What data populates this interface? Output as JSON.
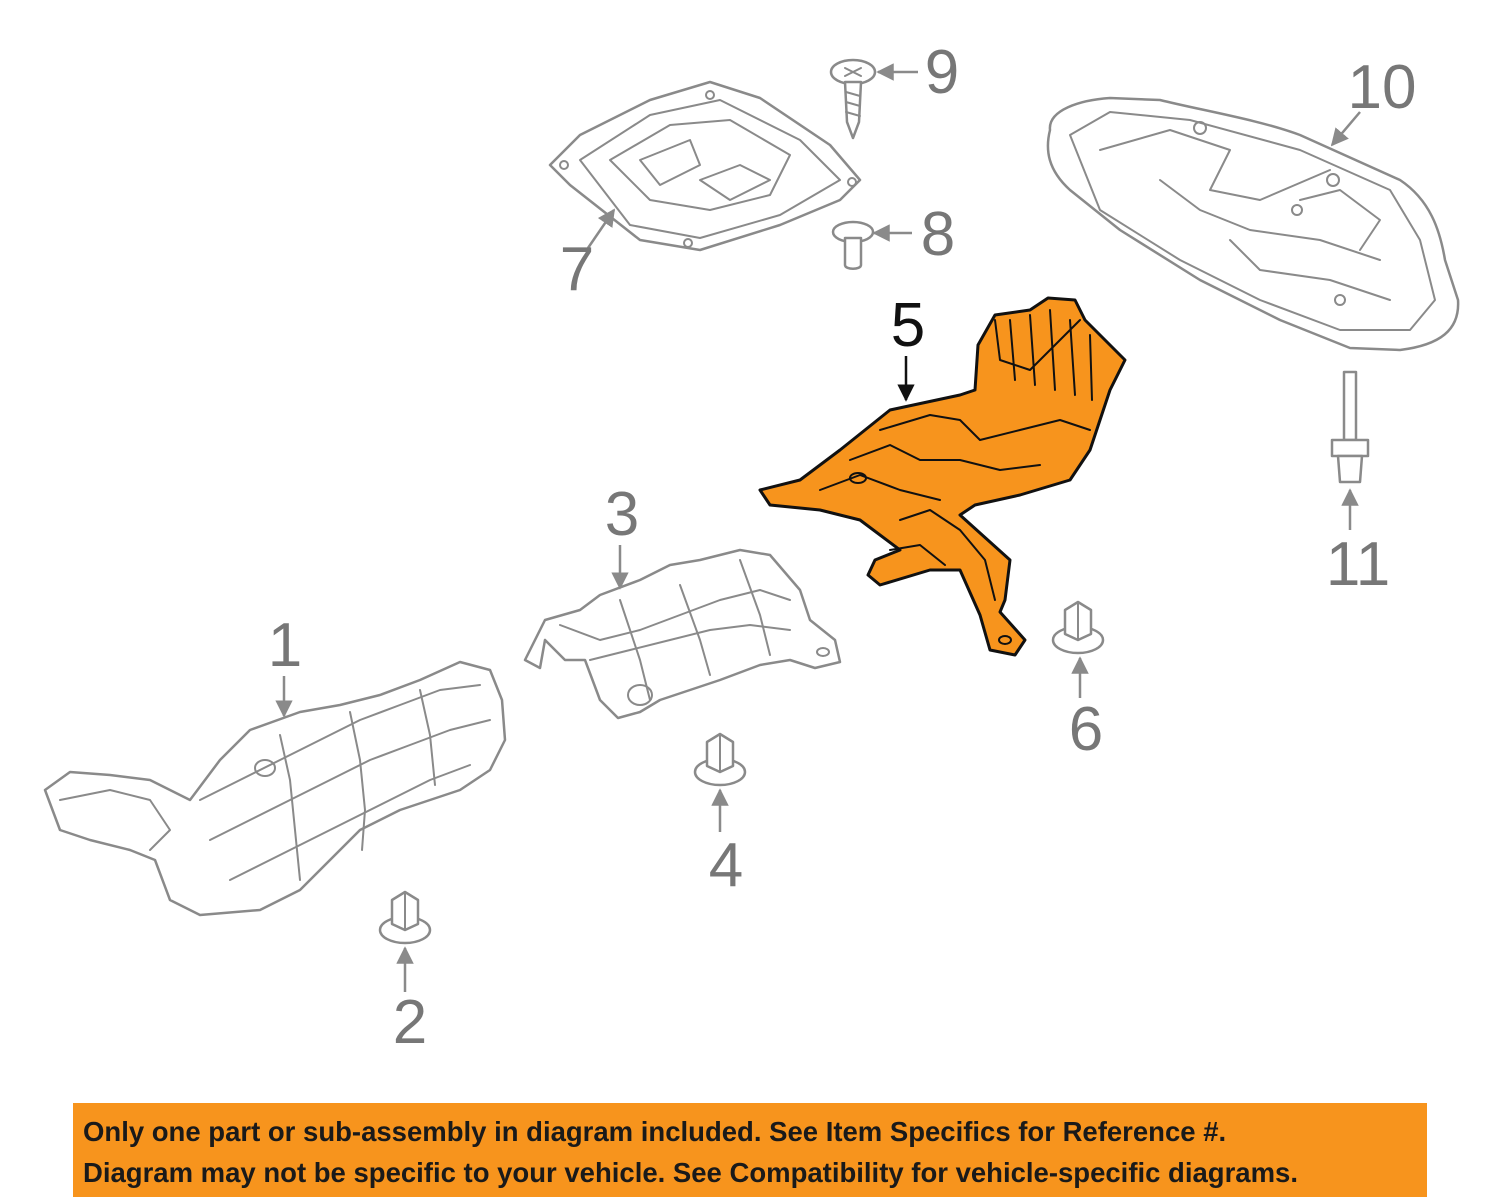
{
  "diagram": {
    "highlight_color": "#f7941d",
    "highlighted_part": "5",
    "parts": [
      {
        "number": "1",
        "name": "heat-shield"
      },
      {
        "number": "2",
        "name": "nut"
      },
      {
        "number": "3",
        "name": "heat-shield"
      },
      {
        "number": "4",
        "name": "nut"
      },
      {
        "number": "5",
        "name": "heat-shield",
        "highlighted": true
      },
      {
        "number": "6",
        "name": "nut"
      },
      {
        "number": "7",
        "name": "shield-panel"
      },
      {
        "number": "8",
        "name": "bolt"
      },
      {
        "number": "9",
        "name": "screw"
      },
      {
        "number": "10",
        "name": "underbody-panel"
      },
      {
        "number": "11",
        "name": "stud"
      }
    ]
  },
  "notice": {
    "background": "#f7941d",
    "line1": "Only one part or sub-assembly in diagram included. See Item Specifics for Reference #.",
    "line2": "Diagram may not be specific to your vehicle. See Compatibility for vehicle-specific diagrams."
  }
}
